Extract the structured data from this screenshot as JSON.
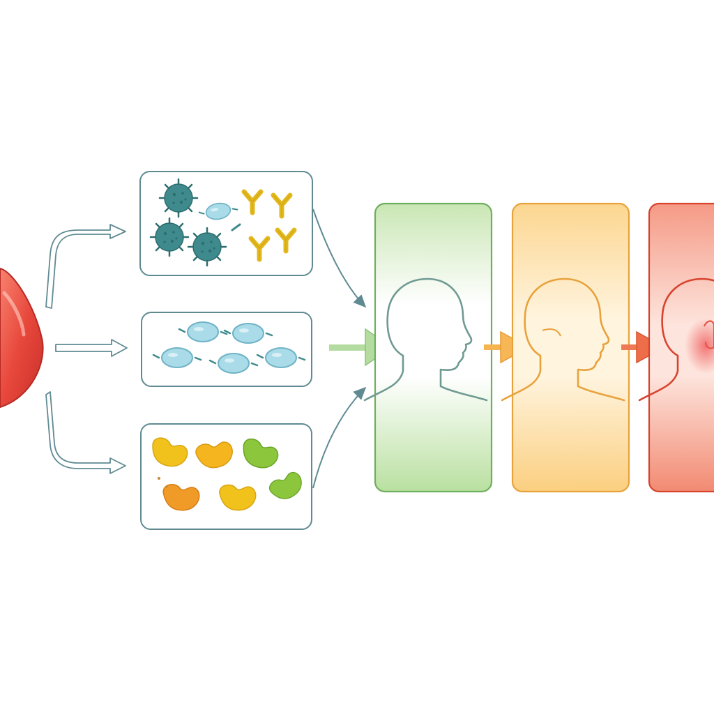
{
  "diagram": {
    "source": {
      "icon": "liver-icon",
      "color": "#e8483c"
    },
    "inputs": [
      {
        "id": "viruses-antibodies",
        "icons": [
          "virus-icon",
          "antibody-icon",
          "cell-icon"
        ]
      },
      {
        "id": "cells",
        "icons": [
          "cell-icon"
        ]
      },
      {
        "id": "beans",
        "icons": [
          "bean-icon"
        ]
      }
    ],
    "stages": [
      {
        "id": "healthy",
        "icon": "head-profile-icon",
        "color": "#6fae5e",
        "fill": "#d6edc9"
      },
      {
        "id": "moderate",
        "icon": "head-profile-icon",
        "color": "#e8a23c",
        "fill": "#fde2a8"
      },
      {
        "id": "severe",
        "icon": "head-profile-icon",
        "color": "#d8432e",
        "fill": "#f59a86"
      }
    ],
    "colors": {
      "outline": "#5f8a92",
      "virus": "#3f8a8c",
      "antibody": "#e3b81c",
      "cell": "#a9dbe8",
      "bean_yellow": "#f2c21c",
      "bean_orange": "#f09a28",
      "bean_green": "#8cc63c"
    }
  }
}
